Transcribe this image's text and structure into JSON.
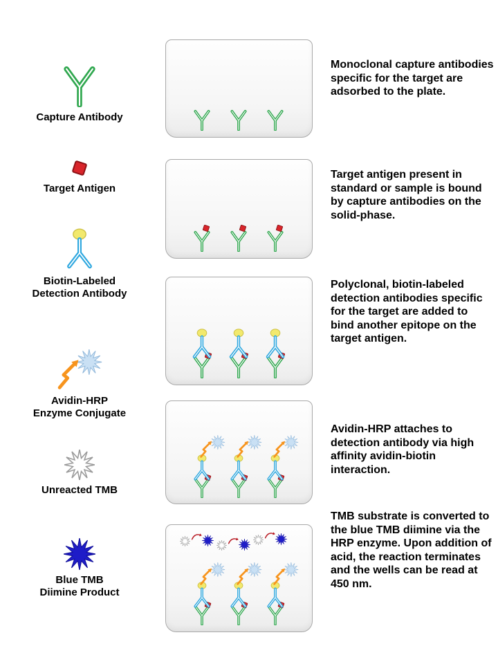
{
  "legend": {
    "items": [
      {
        "label": "Capture Antibody"
      },
      {
        "label": "Target Antigen"
      },
      {
        "label": "Biotin-Labeled\nDetection Antibody"
      },
      {
        "label": "Avidin-HRP\nEnzyme Conjugate"
      },
      {
        "label": "Unreacted TMB"
      },
      {
        "label": "Blue TMB\nDiimine Product"
      }
    ]
  },
  "steps": [
    {
      "description": "Monoclonal capture antibodies specific for the target are adsorbed to the plate."
    },
    {
      "description": "Target antigen present in standard or sample is bound by capture antibodies on the solid-phase."
    },
    {
      "description": "Polyclonal, biotin-labeled detection antibodies specific for the target are added to bind another epitope on the target antigen."
    },
    {
      "description": "Avidin-HRP attaches to detection antibody via high affinity avidin-biotin interaction."
    },
    {
      "description": "TMB substrate is converted to the blue TMB diimine via the HRP enzyme. Upon addition of acid, the reaction terminates and the wells can be read at 450 nm."
    }
  ],
  "icons": {
    "capture_antibody": "green-Y-antibody",
    "target_antigen": "red-rotated-square",
    "detection_antibody": "blue-inverted-Y-antibody-with-yellow-biotin",
    "avidin_hrp": "orange-lightning-arrow-with-pale-blue-starburst",
    "unreacted_tmb": "white-outline-starburst",
    "blue_tmb": "solid-blue-starburst",
    "reaction_arrow": "red-curved-arrow"
  },
  "colors": {
    "green": "#2fa74e",
    "red": "#d9252b",
    "blue": "#2da7df",
    "yellow": "#f2e96d",
    "orange": "#f7941d",
    "hrp": "#c9e0f4",
    "tmb": "#1e1cc8",
    "arrow": "#b5121b"
  }
}
